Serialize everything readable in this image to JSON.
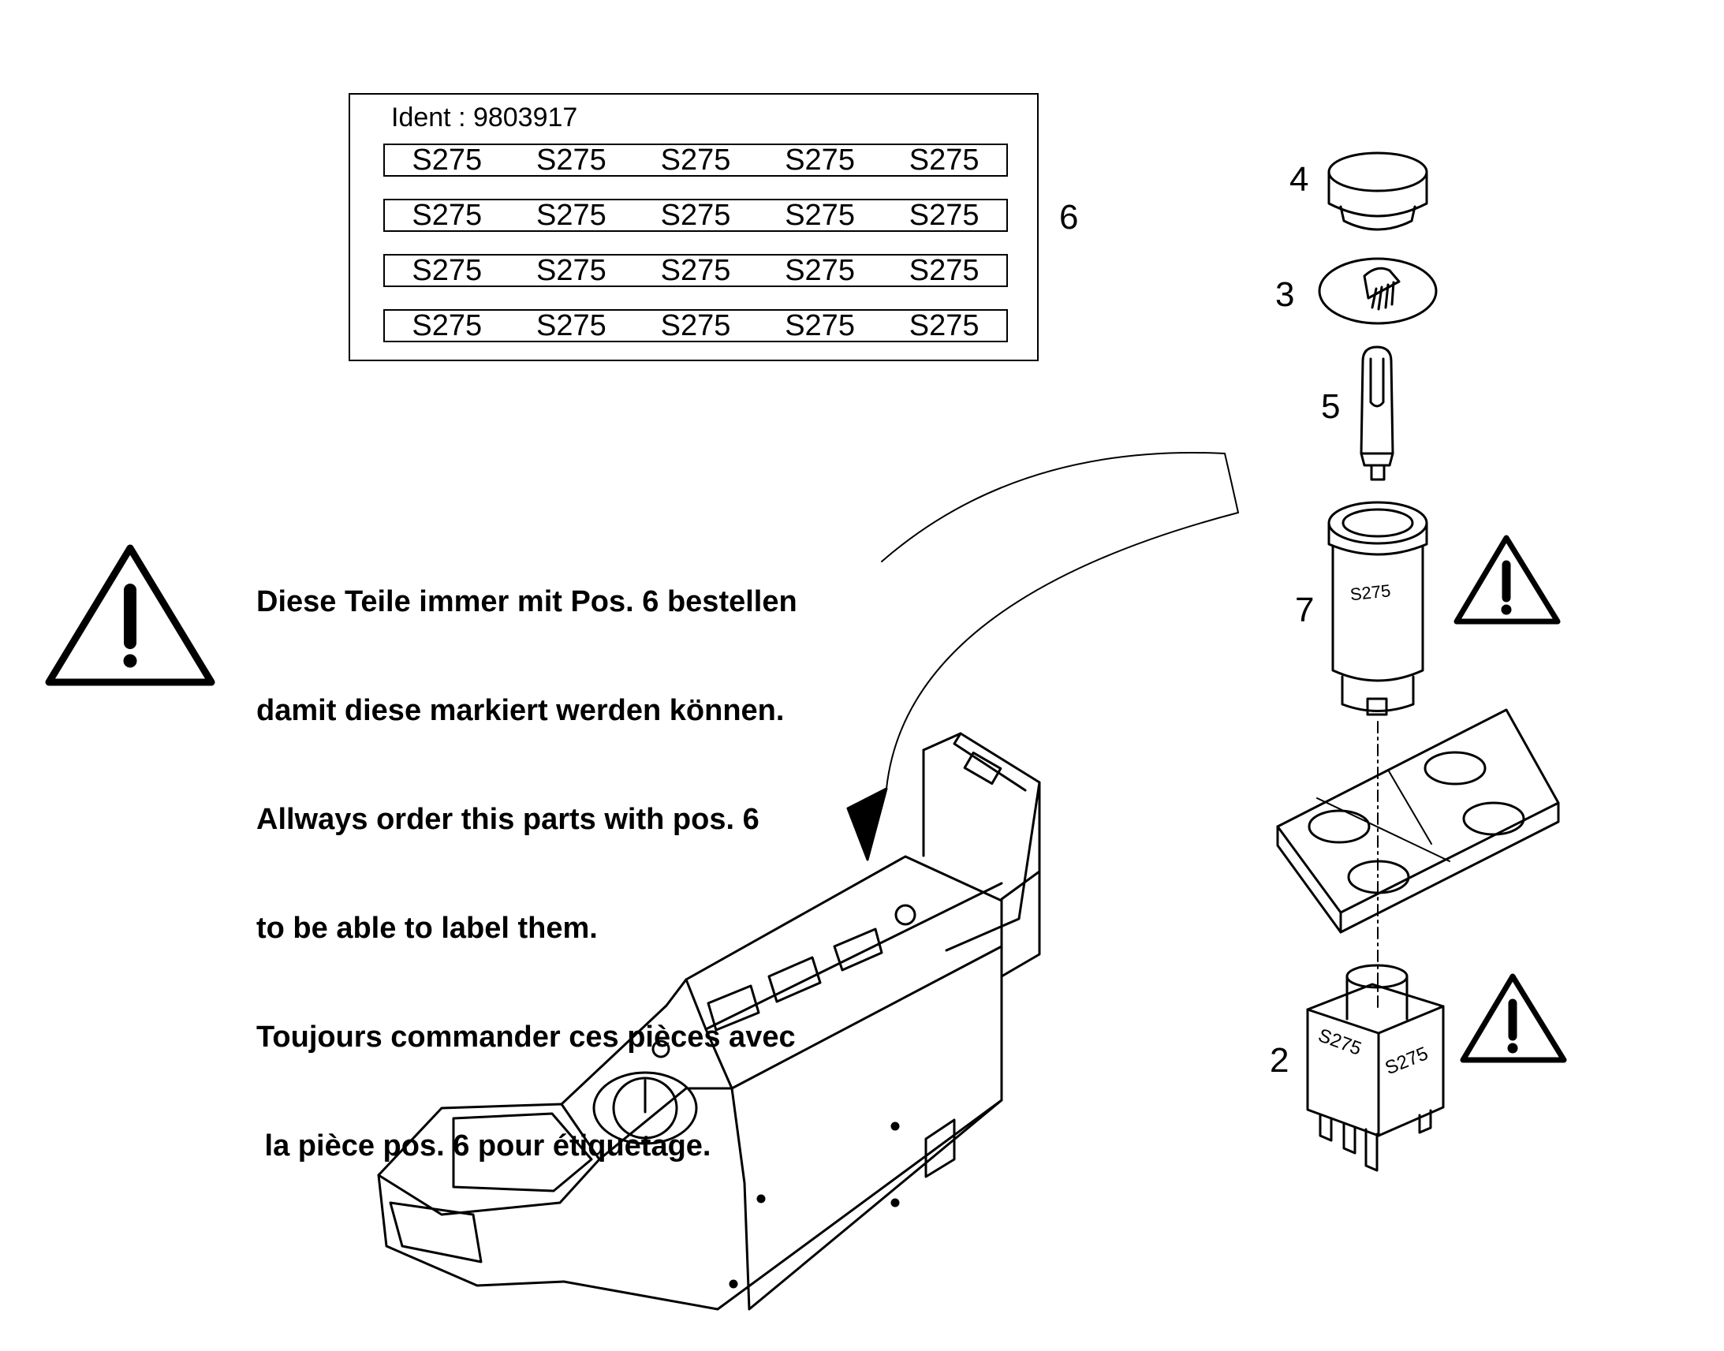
{
  "label_sheet": {
    "ident": "Ident : 9803917",
    "rows": [
      [
        "S275",
        "S275",
        "S275",
        "S275",
        "S275"
      ],
      [
        "S275",
        "S275",
        "S275",
        "S275",
        "S275"
      ],
      [
        "S275",
        "S275",
        "S275",
        "S275",
        "S275"
      ],
      [
        "S275",
        "S275",
        "S275",
        "S275",
        "S275"
      ]
    ]
  },
  "position_labels": {
    "p2": "2",
    "p3": "3",
    "p4": "4",
    "p5": "5",
    "p6": "6",
    "p7": "7"
  },
  "part_markings": {
    "switch_cap": "S275",
    "switch_body_left": "S275",
    "switch_body_right": "S275"
  },
  "note_lines": [
    "Diese Teile immer mit Pos. 6 bestellen",
    "damit diese markiert werden können.",
    "Allways order this parts with pos. 6",
    "to be able to label them.",
    "Toujours commander ces pièces avec",
    " la pièce pos. 6 pour étiquetage."
  ]
}
